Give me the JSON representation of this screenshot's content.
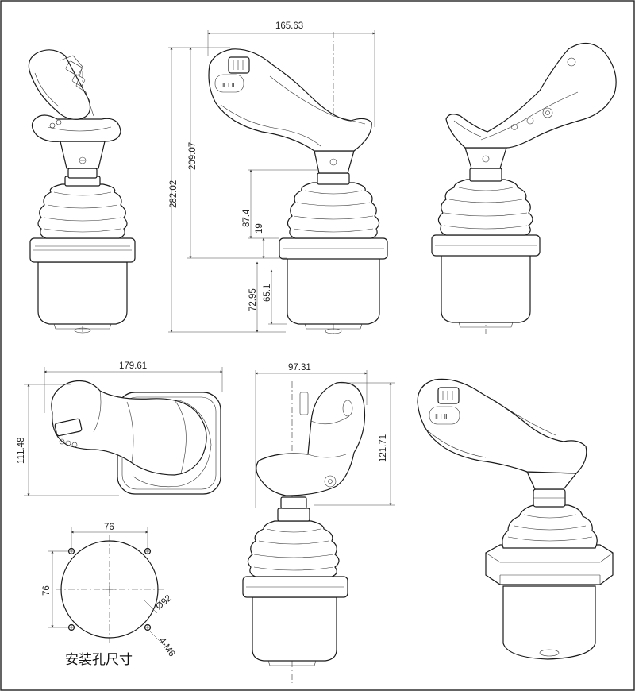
{
  "dimensions": {
    "side_width": "165.63",
    "total_height": "282.02",
    "handle_height": "209.07",
    "boot_height": "87.4",
    "flange_thickness": "19",
    "base_height": "72.95",
    "body_height": "65.1",
    "top_width": "179.61",
    "top_depth": "111.48",
    "rear_width": "97.31",
    "rear_height": "121.71",
    "hole_spacing_x": "76",
    "hole_spacing_y": "76",
    "hole_circle_dia": "Ø92",
    "hole_thread": "4-M6"
  },
  "caption": "安装孔尺寸"
}
